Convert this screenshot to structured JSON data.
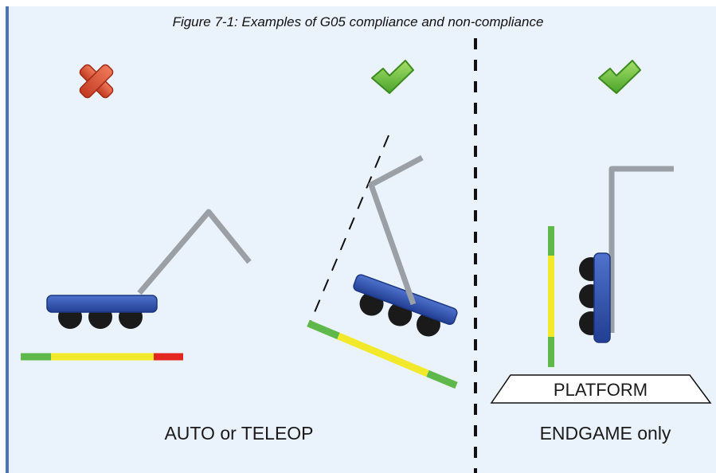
{
  "caption": "Figure 7-1: Examples of G05 compliance and non-compliance",
  "sections": [
    {
      "label": "AUTO or TELEOP"
    },
    {
      "label": "ENDGAME only"
    }
  ],
  "platform_label": "PLATFORM",
  "examples": [
    {
      "verdict": "non-compliant",
      "icon": "cross-icon"
    },
    {
      "verdict": "compliant",
      "icon": "check-icon"
    },
    {
      "verdict": "compliant",
      "icon": "check-icon"
    }
  ],
  "colors": {
    "border": "#4a76b8",
    "background": "#eaf3fc",
    "chassis": "#2f53b0",
    "wheel": "#1a1a1a",
    "arm": "#9aa0a6",
    "bar_green": "#5fb84a",
    "bar_yellow": "#f2e92a",
    "bar_red": "#e3271f",
    "check": "#6bbf3a",
    "cross": "#d94a32"
  }
}
